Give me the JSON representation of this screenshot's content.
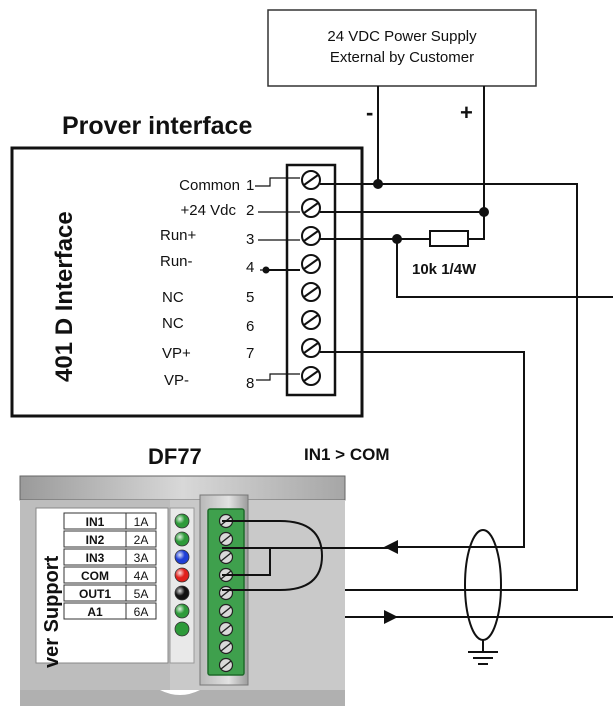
{
  "power_supply": {
    "line1": "24 VDC Power Supply",
    "line2": "External by Customer",
    "minus": "-",
    "plus": "+"
  },
  "prover": {
    "title": "Prover interface",
    "side_label": "401 D Interface",
    "terminals": [
      {
        "label": "Common",
        "num": "1"
      },
      {
        "label": "+24 Vdc",
        "num": "2"
      },
      {
        "label": "Run+",
        "num": "3"
      },
      {
        "label": "Run-",
        "num": "4"
      },
      {
        "label": "NC",
        "num": "5"
      },
      {
        "label": "NC",
        "num": "6"
      },
      {
        "label": "VP+",
        "num": "7"
      },
      {
        "label": "VP-",
        "num": "8"
      }
    ]
  },
  "resistor": {
    "label": "10k 1/4W"
  },
  "df77": {
    "title": "DF77",
    "side_label": "ver Support",
    "rows": [
      {
        "name": "IN1",
        "pin": "1A",
        "color": "#2e9a3a"
      },
      {
        "name": "IN2",
        "pin": "2A",
        "color": "#2e9a3a"
      },
      {
        "name": "IN3",
        "pin": "3A",
        "color": "#1f3fd6"
      },
      {
        "name": "COM",
        "pin": "4A",
        "color": "#e0201c"
      },
      {
        "name": "OUT1",
        "pin": "5A",
        "color": "#111111"
      },
      {
        "name": "A1",
        "pin": "6A",
        "color": "#2e9a3a"
      }
    ]
  },
  "jumper_label": "IN1 > COM"
}
